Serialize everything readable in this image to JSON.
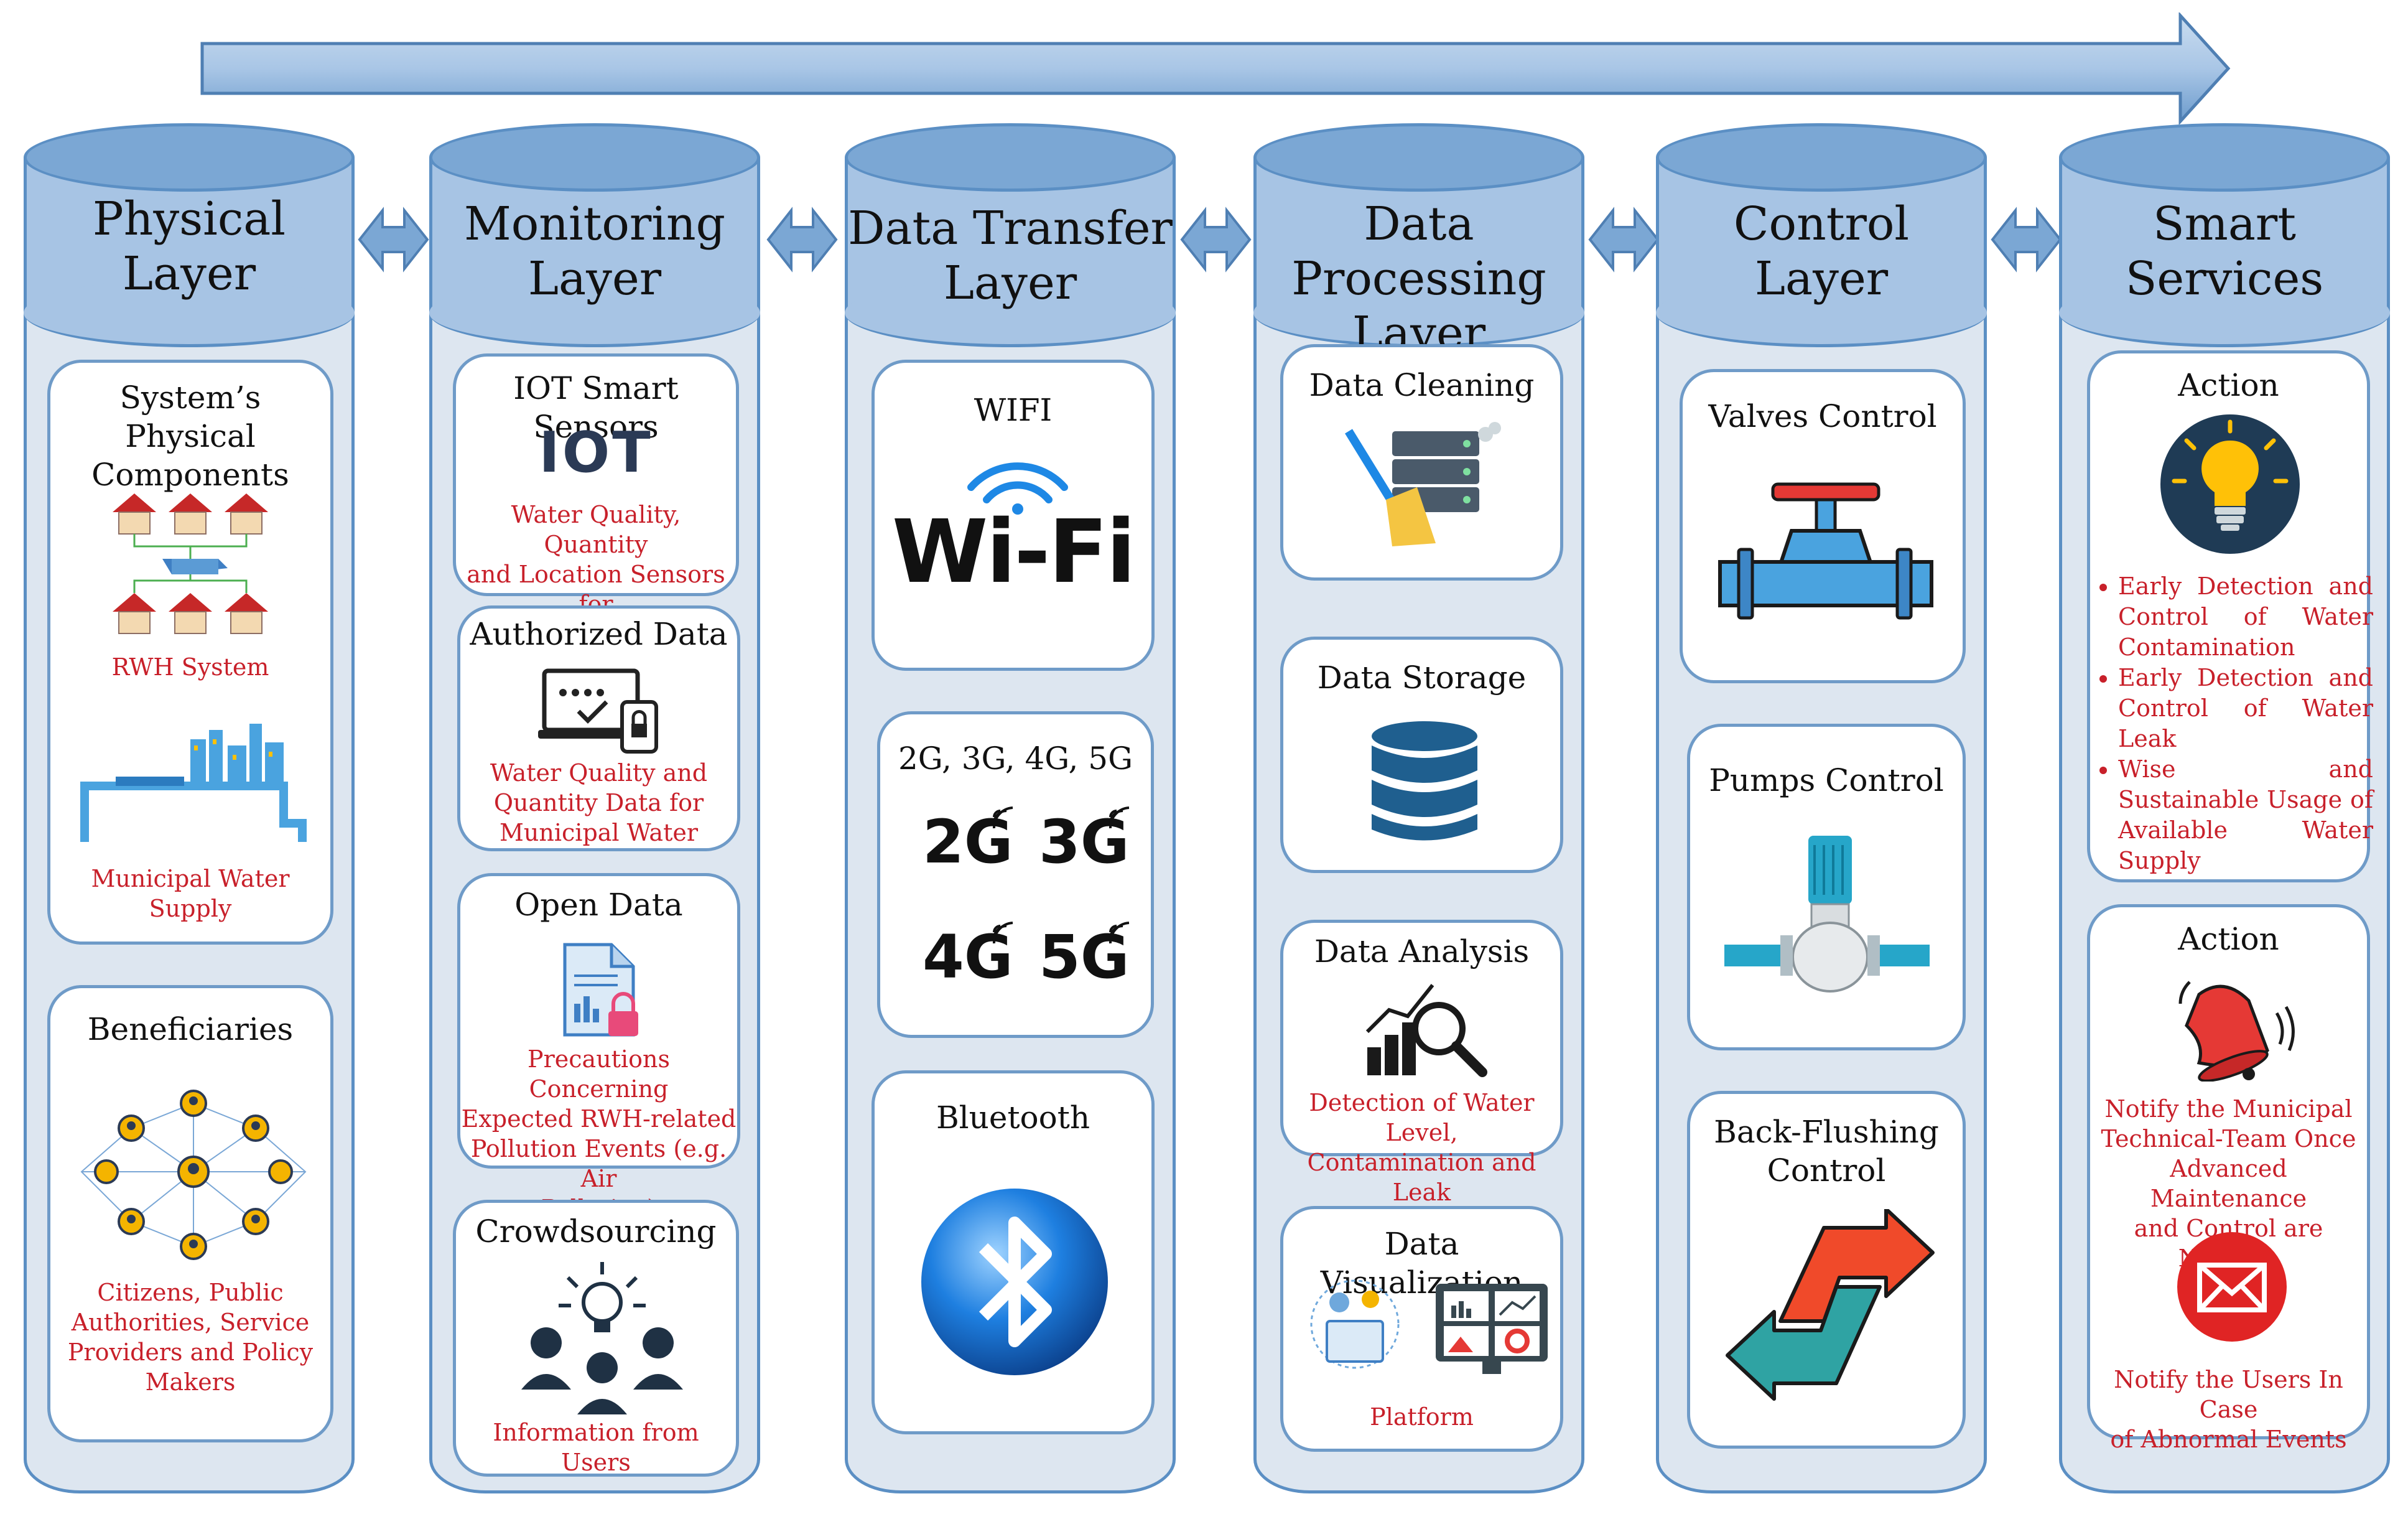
{
  "columns": [
    {
      "title": "Physical\nLayer",
      "cards": [
        {
          "title": "System’s Physical\nComponents",
          "caption": "RWH System",
          "caption2": "Municipal Water Supply"
        },
        {
          "title": "Beneficiaries",
          "caption": "Citizens, Public\nAuthorities, Service\nProviders and Policy\nMakers"
        }
      ]
    },
    {
      "title": "Monitoring\nLayer",
      "cards": [
        {
          "title": "IOT Smart Sensors",
          "icon_text": "IOT",
          "caption": "Water Quality, Quantity\nand Location Sensors for\nRWH"
        },
        {
          "title": "Authorized Data",
          "caption": "Water Quality and\nQuantity Data for\nMunicipal Water"
        },
        {
          "title": "Open Data",
          "caption": "Precautions Concerning\nExpected RWH-related\nPollution Events (e.g. Air\nPollution)"
        },
        {
          "title": "Crowdsourcing",
          "caption": "Information from Users"
        }
      ]
    },
    {
      "title": "Data Transfer\nLayer",
      "cards": [
        {
          "title": "WIFI",
          "logo": "Wi-Fi"
        },
        {
          "title": "2G, 3G, 4G, 5G",
          "badges": [
            "2G",
            "3G",
            "4G",
            "5G"
          ]
        },
        {
          "title": "Bluetooth"
        }
      ]
    },
    {
      "title": "Data Processing\nLayer",
      "cards": [
        {
          "title": "Data Cleaning"
        },
        {
          "title": "Data Storage"
        },
        {
          "title": "Data Analysis",
          "caption": "Detection of Water Level,\nContamination and Leak"
        },
        {
          "title": "Data Visualization",
          "caption": "Platform"
        }
      ]
    },
    {
      "title": "Control\nLayer",
      "cards": [
        {
          "title": "Valves Control"
        },
        {
          "title": "Pumps Control"
        },
        {
          "title": "Back-Flushing\nControl"
        }
      ]
    },
    {
      "title": "Smart\nServices",
      "cards": [
        {
          "title": "Action",
          "bullets": [
            "Early Detection and Control of Water Contamination",
            "Early Detection and Control of Water Leak",
            "Wise and Sustainable Usage of Available Water Supply"
          ]
        },
        {
          "title": "Action",
          "caption": "Notify the Municipal\nTechnical-Team Once\nAdvanced Maintenance\nand Control are Needed.",
          "caption2": "Notify the Users In Case\nof Abnormal Events"
        }
      ]
    }
  ],
  "colors": {
    "column_border": "#5b8fc4",
    "cap": "#a7c4e4",
    "caption_text": "#c8202a",
    "arrow": "#7ba7d4"
  }
}
